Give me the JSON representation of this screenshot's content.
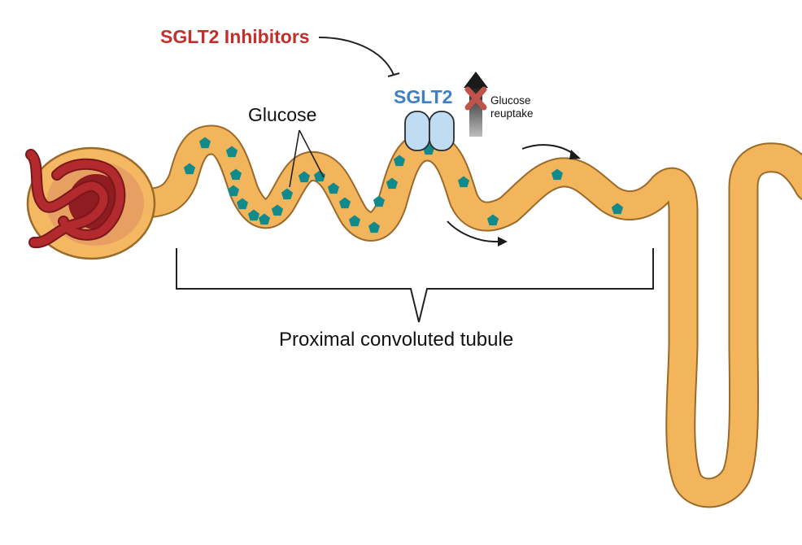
{
  "labels": {
    "inhibitor": "SGLT2 Inhibitors",
    "transporter": "SGLT2",
    "glucose": "Glucose",
    "reuptake": "Glucose reuptake",
    "segment": "Proximal convoluted tubule"
  },
  "icons": [
    "glomerulus-icon",
    "transporter-icon",
    "glucose-molecule-icon",
    "up-arrow-icon",
    "blocked-x-icon",
    "flow-arrow-icon",
    "inhibition-arrow-icon"
  ],
  "colors": {
    "inhibitor_text": "#c0312c",
    "transporter_text": "#3f7fc6",
    "tubule_fill": "#f3b55c",
    "tubule_outline": "#9a6a2a",
    "glucose": "#128a8c",
    "vessel": "#a3262a",
    "capsule": "#e7a061",
    "transporter_fill": "#bfdcf3",
    "block_x": "#c0544a"
  }
}
